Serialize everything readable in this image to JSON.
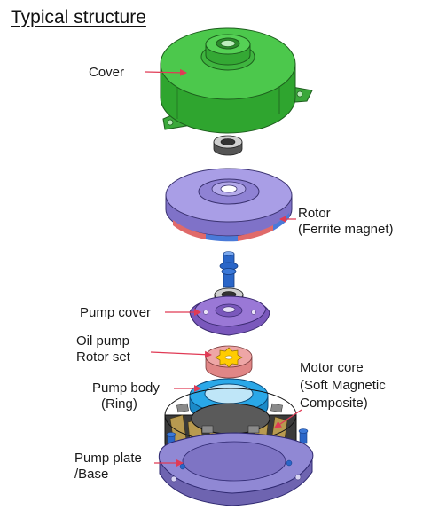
{
  "title": "Typical structure",
  "labels": {
    "cover": "Cover",
    "rotor_line1": "Rotor",
    "rotor_line2": "(Ferrite magnet)",
    "pump_cover": "Pump cover",
    "oil_pump_line1": "Oil pump",
    "oil_pump_line2": "Rotor set",
    "pump_body_line1": "Pump body",
    "pump_body_line2": "(Ring)",
    "motor_core_line1": "Motor core",
    "motor_core_line2": "(Soft Magnetic",
    "motor_core_line3": "Composite)",
    "pump_plate_line1": "Pump plate",
    "pump_plate_line2": "/Base"
  },
  "colors": {
    "arrow": "#e03a55",
    "cover": "#3fbf3f",
    "rotor": "#9b8fe0",
    "magnet_red": "#e06a6a",
    "magnet_blue": "#4a7ad8",
    "shaft": "#2a66c8",
    "pump_cover": "#8a66cc",
    "rotor_set": "#e8a0a0",
    "gear": "#ffcc00",
    "pump_body": "#2aa8e8",
    "core": "#444444",
    "base": "#8a80c8"
  }
}
